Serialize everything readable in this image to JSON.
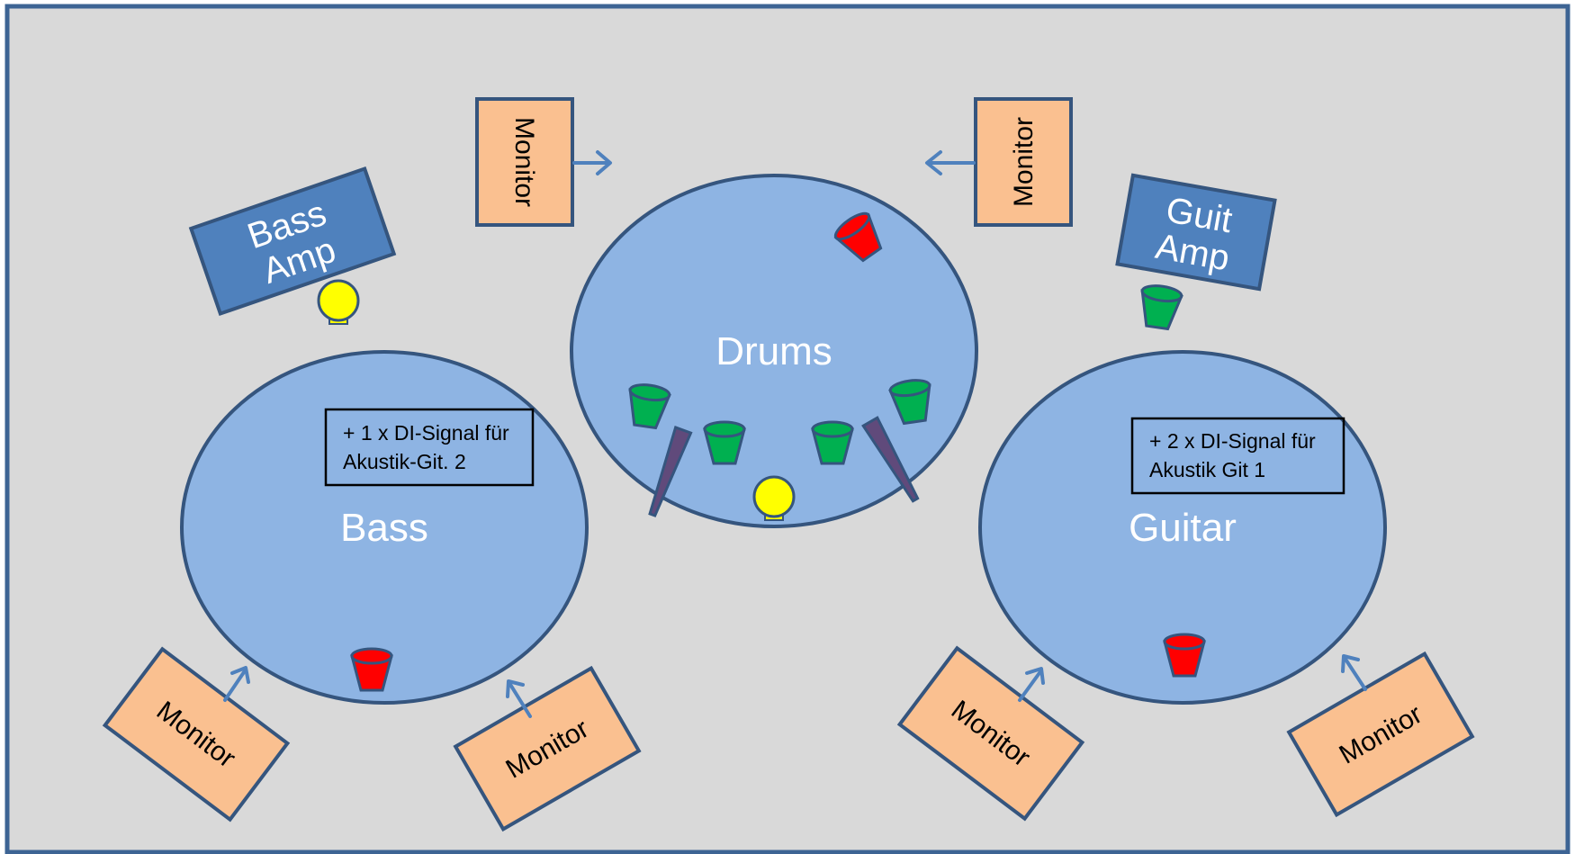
{
  "stage": {
    "zones": {
      "bass": "Bass",
      "drums": "Drums",
      "guitar": "Guitar"
    },
    "amps": {
      "bass": [
        "Bass",
        "Amp"
      ],
      "guitar": [
        "Guit",
        "Amp"
      ]
    },
    "monitor_label": "Monitor",
    "notes": {
      "bass": [
        "+ 1 x DI-Signal für",
        "Akustik-Git. 2"
      ],
      "guitar": [
        "+ 2 x DI-Signal für",
        "Akustik Git 1"
      ]
    },
    "colors": {
      "background": "#d9d9d9",
      "frame": "#3d6494",
      "zone_fill": "#8eb4e3",
      "zone_stroke": "#35557e",
      "amp_fill": "#4f81bd",
      "monitor_fill": "#fac090",
      "arrow": "#4f81bd",
      "mic_red": "#ff0000",
      "mic_green": "#00b050",
      "bulb_yellow": "#ffff00",
      "overhead_purple": "#604a7b"
    },
    "icons": {
      "red_mic": "cup-microphone-red",
      "green_mic": "cup-microphone-green",
      "bulb_mic": "boundary-mic-yellow",
      "overhead": "overhead-mic-stand",
      "arrow": "arrow-icon"
    }
  }
}
